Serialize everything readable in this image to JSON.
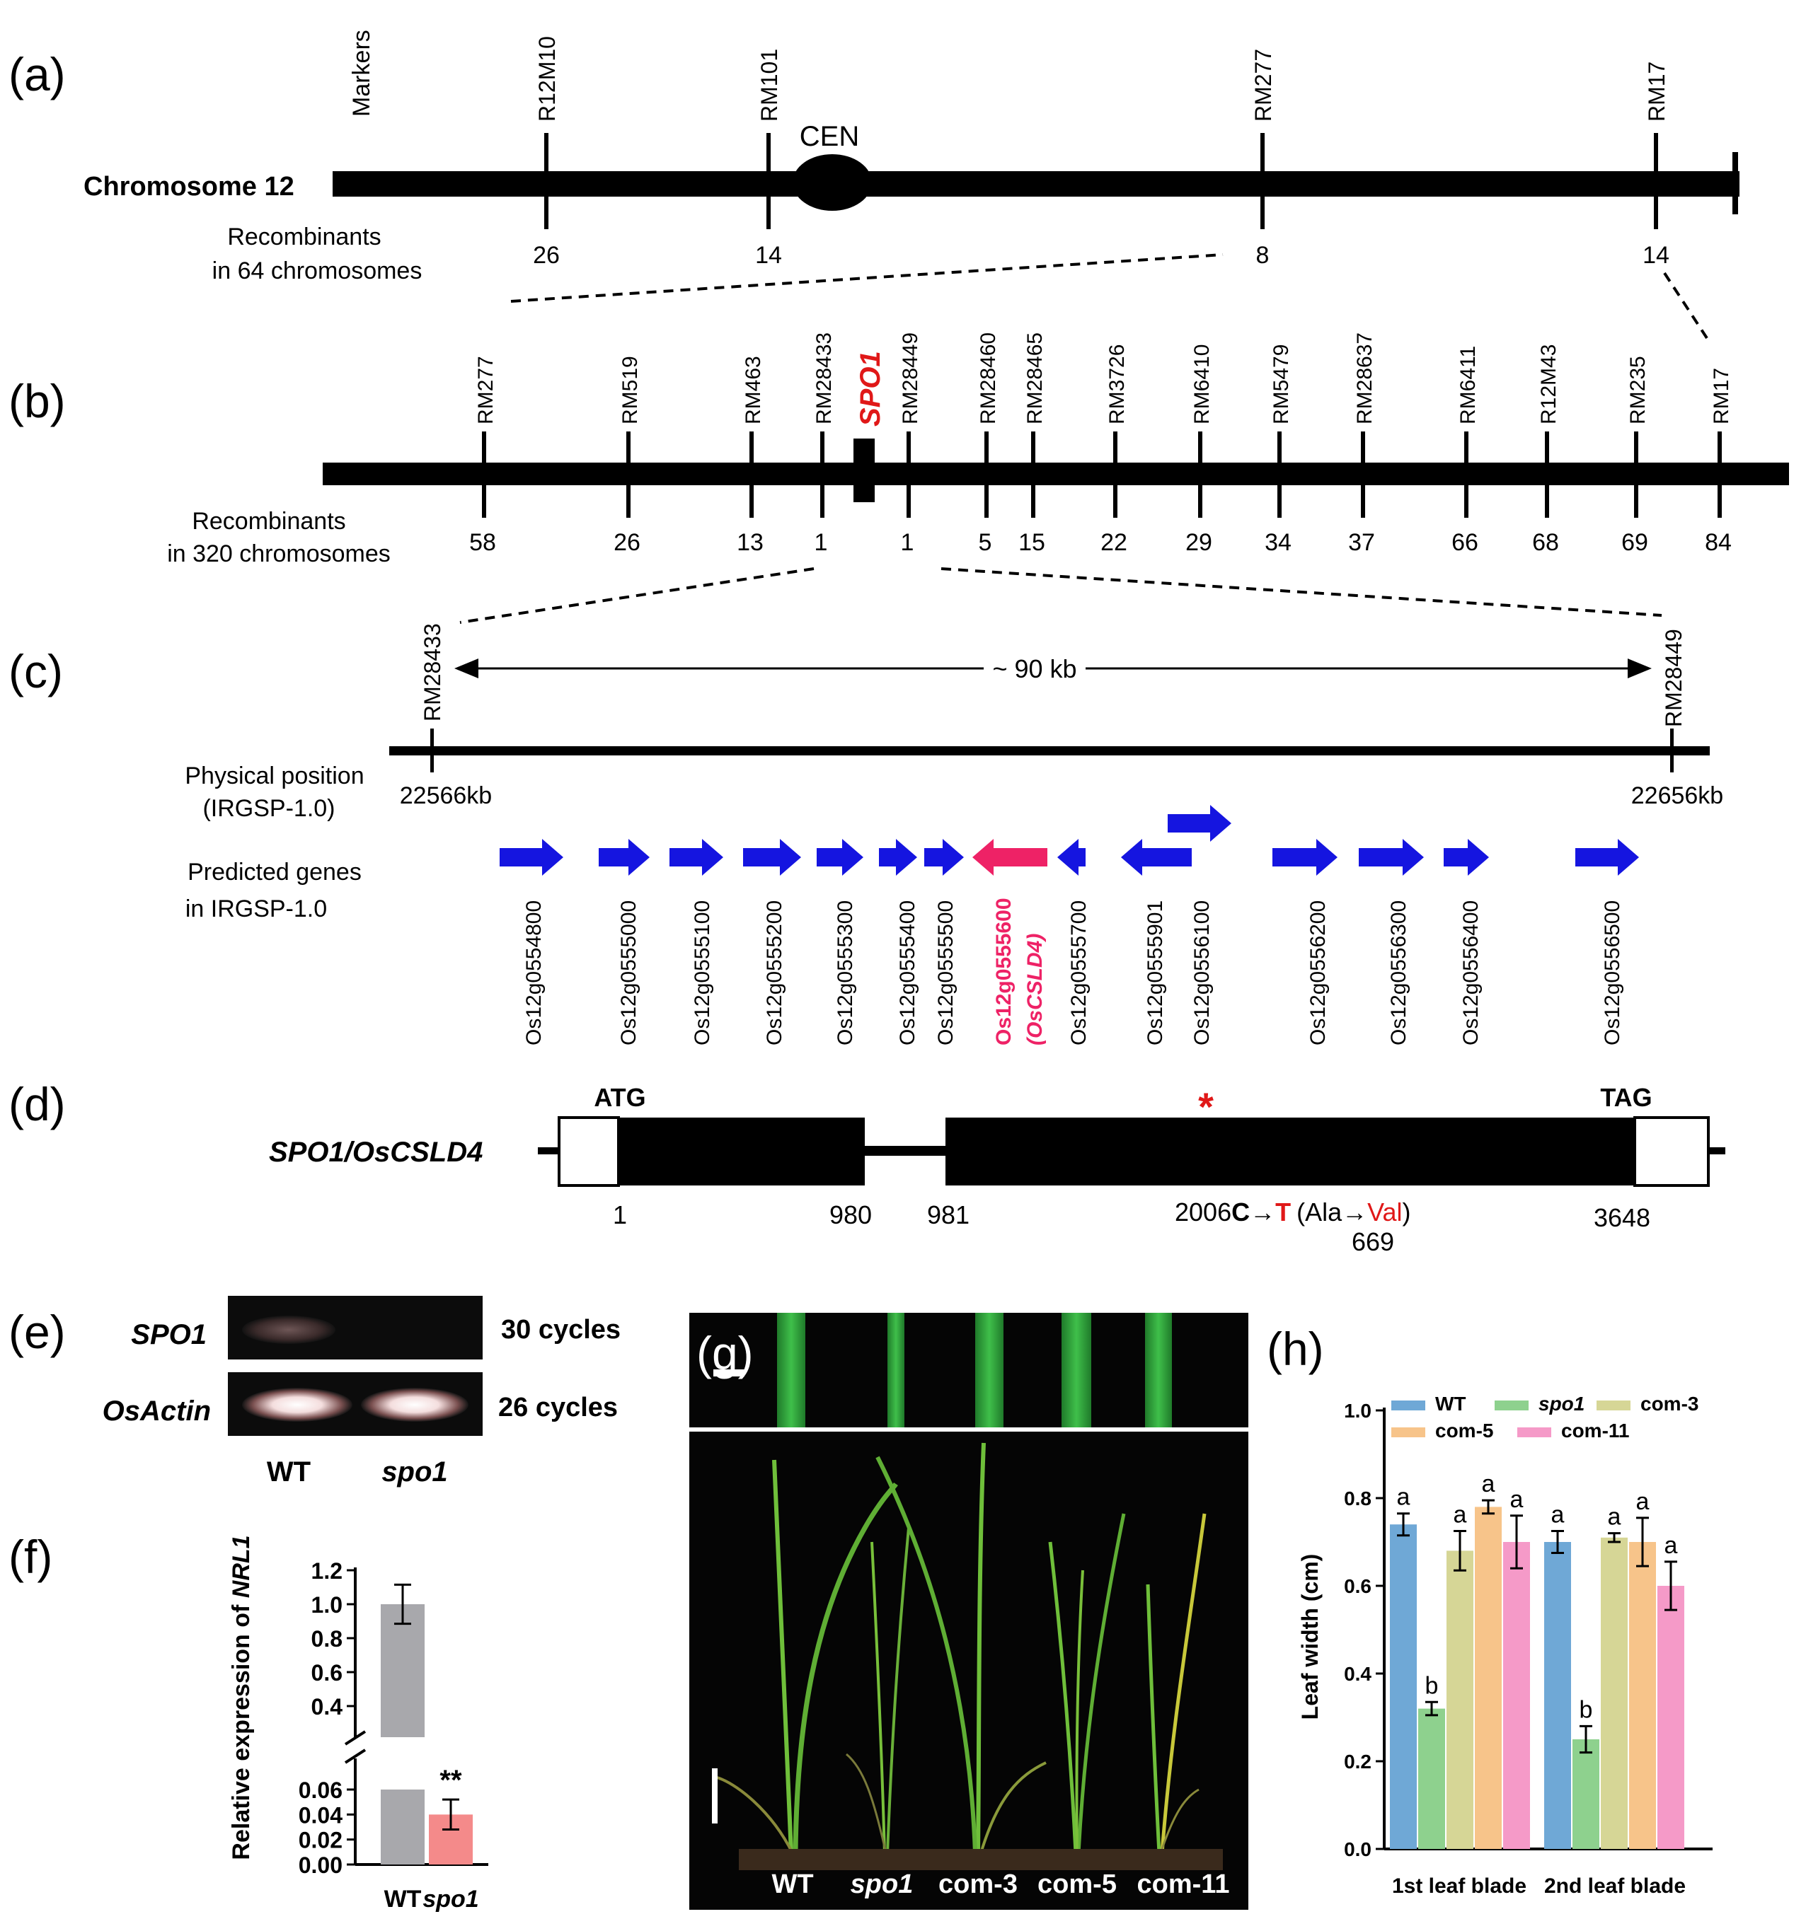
{
  "panels": {
    "a": {
      "label": "(a)",
      "chromosome_label": "Chromosome 12",
      "markers_header": "Markers",
      "markers": [
        "R12M10",
        "RM101",
        "RM277",
        "RM17"
      ],
      "recombinant_counts": [
        "26",
        "14",
        "8",
        "14"
      ],
      "recombinants_label_line1": "Recombinants",
      "recombinants_label_line2": "in 64 chromosomes",
      "centromere_label": "CEN"
    },
    "b": {
      "label": "(b)",
      "markers": [
        "RM277",
        "RM519",
        "RM463",
        "RM28433",
        "RM28449",
        "RM28460",
        "RM28465",
        "RM3726",
        "RM6410",
        "RM5479",
        "RM28637",
        "RM6411",
        "R12M43",
        "RM235",
        "RM17"
      ],
      "recombinant_counts": [
        "58",
        "26",
        "13",
        "1",
        "1",
        "5",
        "15",
        "22",
        "29",
        "34",
        "37",
        "66",
        "68",
        "69",
        "84"
      ],
      "gene_label": "SPO1",
      "recombinants_label_line1": "Recombinants",
      "recombinants_label_line2": "in  320 chromosomes"
    },
    "c": {
      "label": "(c)",
      "left_marker": "RM28433",
      "right_marker": "RM28449",
      "distance_label": "~ 90 kb",
      "physical_label_line1": "Physical position",
      "physical_label_line2": "(IRGSP-1.0)",
      "left_position": "22566kb",
      "right_position": "22656kb",
      "predicted_label_line1": "Predicted genes",
      "predicted_label_line2": "in IRGSP-1.0",
      "genes": [
        "Os12g0554800",
        "Os12g0555000",
        "Os12g0555100",
        "Os12g0555200",
        "Os12g0555300",
        "Os12g0555400",
        "Os12g0555500",
        "Os12g0555600",
        "Os12g0555700",
        "Os12g0555901",
        "Os12g0556100",
        "Os12g0556200",
        "Os12g0556300",
        "Os12g0556400",
        "Os12g0556500"
      ],
      "candidate_alias": "(OsCSLD4)"
    },
    "d": {
      "label": "(d)",
      "gene_label": "SPO1/OsCSLD4",
      "start_codon": "ATG",
      "stop_codon": "TAG",
      "asterisk": "*",
      "positions": [
        "1",
        "980",
        "981",
        "3648"
      ],
      "mutation_pos": "2006",
      "mutation_from": "C",
      "arrow": "→",
      "mutation_to": "T",
      "aa_open": "(Ala",
      "aa_to": "Val",
      "aa_close": ")",
      "aa_pos": "669"
    },
    "e": {
      "label": "(e)",
      "rows": [
        {
          "gene": "SPO1",
          "cycles": "30 cycles"
        },
        {
          "gene": "OsActin",
          "cycles": "26 cycles"
        }
      ],
      "lanes": [
        "WT",
        "spo1"
      ]
    },
    "g": {
      "label": "(g)",
      "plants": [
        "WT",
        "spo1",
        "com-3",
        "com-5",
        "com-11"
      ]
    }
  },
  "chart_data": [
    {
      "id": "f",
      "panel_label": "(f)",
      "type": "bar",
      "categories": [
        "WT",
        "spo1"
      ],
      "values": [
        1.0,
        0.04
      ],
      "errors": [
        0.115,
        0.012
      ],
      "colors": [
        "#a8a8ac",
        "#f48a8a"
      ],
      "ylabel_prefix": "Relative expression of ",
      "ylabel_gene": "NRL1",
      "axis_break": true,
      "ylim_lower": [
        0,
        0.06
      ],
      "ylim_upper": [
        0.4,
        1.2
      ],
      "yticks_lower": [
        "0.00",
        "0.02",
        "0.04",
        "0.06"
      ],
      "yticks_upper": [
        "0.4",
        "0.6",
        "0.8",
        "1.0",
        "1.2"
      ],
      "significance": [
        "",
        "**"
      ]
    },
    {
      "id": "h",
      "panel_label": "(h)",
      "type": "bar",
      "categories": [
        "1st leaf blade",
        "2nd leaf blade"
      ],
      "ylabel": "Leaf width (cm)",
      "ylim": [
        0,
        1.0
      ],
      "yticks": [
        "0.0",
        "0.2",
        "0.4",
        "0.6",
        "0.8",
        "1.0"
      ],
      "legend_position": "top",
      "series": [
        {
          "name": "WT",
          "color": "#6fa8d6",
          "values": [
            0.74,
            0.7
          ],
          "errors": [
            0.025,
            0.025
          ],
          "letters": [
            "a",
            "a"
          ]
        },
        {
          "name": "spo1",
          "color": "#8ed18e",
          "values": [
            0.32,
            0.25
          ],
          "errors": [
            0.015,
            0.03
          ],
          "letters": [
            "b",
            "b"
          ]
        },
        {
          "name": "com-3",
          "color": "#d6d696",
          "values": [
            0.68,
            0.71
          ],
          "errors": [
            0.045,
            0.01
          ],
          "letters": [
            "a",
            "a"
          ]
        },
        {
          "name": "com-5",
          "color": "#f7c48a",
          "values": [
            0.78,
            0.7
          ],
          "errors": [
            0.015,
            0.055
          ],
          "letters": [
            "a",
            "a"
          ]
        },
        {
          "name": "com-11",
          "color": "#f59ac8",
          "values": [
            0.7,
            0.6
          ],
          "errors": [
            0.06,
            0.055
          ],
          "letters": [
            "a",
            "a"
          ]
        }
      ]
    }
  ],
  "colors": {
    "gene_arrow": "#1515e0",
    "candidate_gene": "#ee2266",
    "highlight": "#e01818"
  }
}
